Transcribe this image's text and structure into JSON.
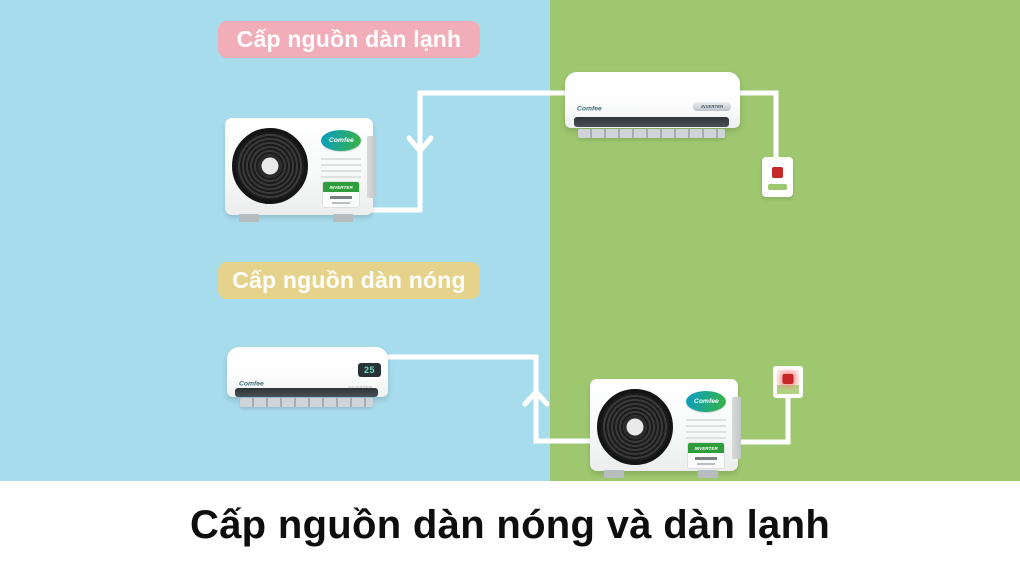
{
  "title": "Cấp nguồn dàn nóng và dàn lạnh",
  "labels": {
    "indoor_power": "Cấp nguồn dàn lạnh",
    "outdoor_power": "Cấp nguồn dàn nóng"
  },
  "units": {
    "brand": "Comfee",
    "inverter_label": "INVERTER",
    "indoor_display_value": "25"
  },
  "colors": {
    "indoor_zone_bg": "#a7dcec",
    "outdoor_zone_bg": "#9ec76f",
    "indoor_badge_bg": "#f2aeb8",
    "outdoor_badge_bg": "#e6d38b",
    "wire": "#ffffff",
    "outlet_red": "#c62828",
    "caption_bg": "#ffffff",
    "caption_text": "#0e0e0e"
  }
}
